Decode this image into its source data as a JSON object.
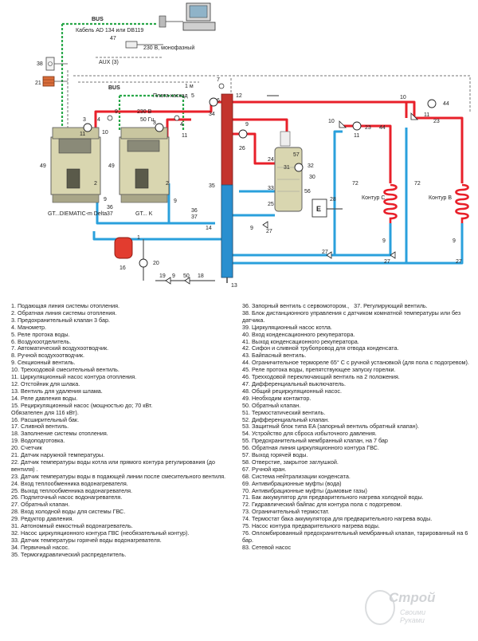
{
  "diagram": {
    "labels": {
      "bus_top": "BUS",
      "cable": "Кабель AD 134 или DB119",
      "num_47": "47",
      "power": "230 В, монофазный",
      "aux": "AUX (3)",
      "num_38": "38",
      "num_21": "21",
      "bus_mid": "BUS",
      "cascade": "Плата каскад",
      "one_m": "1 м",
      "num_7": "7",
      "num_5": "5",
      "num_6": "6",
      "num_34": "34",
      "num_12": "12",
      "num_3a": "3",
      "num_4a": "4",
      "num_11a": "11",
      "num_9a": "9",
      "num_10a": "10",
      "v230": "230 В",
      "hz50": "50 Гц",
      "num_3b": "3",
      "num_4b": "4",
      "num_11b": "11",
      "num_49a": "49",
      "num_49b": "49",
      "boiler1": "GT...DIEMATIC-m Delta",
      "boiler2": "GT... K",
      "num_2a": "2",
      "num_2b": "2",
      "num_36a": "36",
      "num_37a": "37",
      "num_36b": "36",
      "num_37b": "37",
      "num_9b": "9",
      "num_9c": "9",
      "num_14": "14",
      "num_35": "35",
      "num_26": "26",
      "num_9d": "9",
      "num_57": "57",
      "num_31": "31",
      "num_32": "32",
      "num_33": "33",
      "num_56": "56",
      "num_25": "25",
      "num_30": "30",
      "num_28": "28",
      "e_label": "E",
      "num_24": "24",
      "num_27a": "27",
      "num_27b": "27",
      "num_9e": "9",
      "num_10b": "10",
      "num_11c": "11",
      "num_23a": "23",
      "num_44a": "44",
      "num_72a": "72",
      "contour_c": "Контур С",
      "num_9f": "9",
      "num_27c": "27",
      "num_10c": "10",
      "num_11d": "11",
      "num_23b": "23",
      "num_44b": "44",
      "num_72b": "72",
      "contour_b": "Контур В",
      "num_9g": "9",
      "num_27d": "27",
      "num_13": "13",
      "num_16": "16",
      "num_1": "1",
      "num_20": "20",
      "num_19": "19",
      "num_9h": "9",
      "num_50": "50",
      "num_18": "18"
    }
  },
  "legend": {
    "left": [
      "1. Подающая линия системы отопления.",
      "2. Обратная линия системы отопления.",
      "3. Предохранительный клапан 3 бар.",
      "4. Манометр.",
      "5. Реле протока воды.",
      "6. Воздухоотделитель.",
      "7. Автоматический воздухоотводчик.",
      "8. Ручной воздухоотводчик.",
      "9. Секционный вентиль.",
      "10. Трехходовой смесительный вентиль.",
      "11. Циркуляционный насос контура отопления.",
      "12. Отстойник для шлака.",
      "13. Вентиль для удаления шлама.",
      "14. Реле давления воды.",
      "15. Рециркуляционный насос (мощностью до; 70 кВт.",
      "Обязателен для 116 кВт).",
      "16. Расширительный бак.",
      "17. Сливной вентиль.",
      "18. Заполнение системы отопления.",
      "19. Водоподготовка.",
      "20. Счетчик",
      "21. Датчик наружной температуры.",
      "22. Датчик температуры воды котла или прямого контура регулирования (до вентиля) .",
      "23. Датчик температуры воды в подающей линии после смесительного вентиля.",
      "24. Вход теплообменника водонагревателя.",
      "25. Выход теплообменника водонагревателя.",
      "26. Подпиточный насос водонагревателя.",
      "27. Обратный клапан.",
      "28. Вход холодной воды для системы ГВС.",
      "29. Редуктор давления.",
      "31. Автономный емкостный водонагреватель.",
      "32. Насос циркуляционного контура ГВС (необязательный контур).",
      "33. Датчик температуры горячей воды водонагревателя.",
      "34. Первичный насос.",
      "35. Термогидравлический распределитель."
    ],
    "right": [
      "36. Запорный вентиль с сервомотором.,   37. Регулирующий вентиль.",
      "38. Блок дистанционного управления с датчиком комнатной температуры или без датчика.",
      "39. Циркуляционный насос котла.",
      "40. Вход конденсационного рекуператора.",
      "41. Выход конденсационного рекуператора.",
      "42. Сифон и сливной трубопровод для отвода конденсата.",
      "43. Байпасный вентиль.",
      "44. Ограничительное термореле 65° С с ручной установкой (для пола с подогревом).",
      "45. Реле протока воды, препятствующее запуску горелки.",
      "46. Трехходовой переключающий вентиль на 2 положения.",
      "47. Дифференциальный выключатель.",
      "48. Общий рециркуляционный насос.",
      "49. Необходим контактор.",
      "50. Обратный клапан.",
      "51. Термостатический вентиль.",
      "52. Дифференциальный клапан.",
      "53. Защитный блок типа EA (запорный вентиль обратный клапан).",
      "54. Устройство для сброса избыточного давления.",
      "55. Предохранительный мембранный клапан, на 7 бар",
      "56. Обратная линия циркуляционного контура ГВС.",
      "57. Выход горячей воды.",
      "58. Отверстие, закрытое заглушкой.",
      "67. Ручной кран.",
      "68. Система нейтрализации конденсата.",
      "69. Антивибрационные муфты (вода)",
      "70. Антивибрационные муфты (дымовые газы)",
      "71. Бак аккумулятор для предварительного нагрева холодной воды.",
      "72. Гидравлический байпас для контура пола с подогревом.",
      "73. Ограничительный термостат.",
      "74. Термостат бака аккумулятора для предварительного нагрева воды.",
      "75. Насос контура предварительного нагрева воды.",
      "76. Опломбированный предохранительный мембранный клапан, тарированный на 6 бар.",
      "83. Сетевой насос"
    ]
  },
  "watermark": {
    "main": "Строй",
    "sub1": "Своими",
    "sub2": "Руками"
  },
  "colors": {
    "supply": "#e8202a",
    "return": "#2aa0dc",
    "bus": "#2aa84a",
    "boiler": "#d9d6b0",
    "control": "#444444"
  }
}
